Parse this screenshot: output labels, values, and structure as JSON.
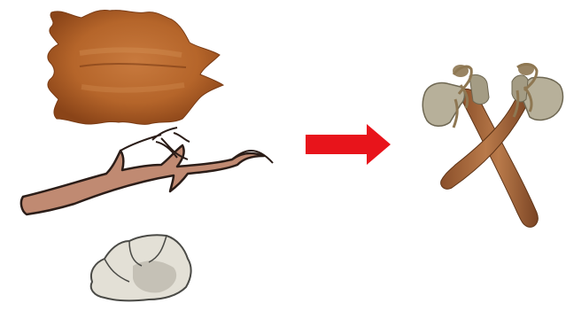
{
  "diagram": {
    "inputs": [
      {
        "id": "animal-hide",
        "icon": "animal-hide-icon"
      },
      {
        "id": "tree-branch",
        "icon": "branch-icon"
      },
      {
        "id": "stone",
        "icon": "stone-icon"
      }
    ],
    "arrow": {
      "icon": "arrow-right-icon",
      "color": "#e8141b"
    },
    "output": {
      "id": "stone-axes",
      "icon": "crossed-stone-axes-icon"
    }
  },
  "colors": {
    "hide_main": "#b5652a",
    "hide_dark": "#8a4418",
    "branch_fill": "#c08a72",
    "branch_outline": "#2b1d18",
    "stone_fill": "#e3e0d6",
    "stone_shadow": "#b8b4a8",
    "handle": "#a8693e",
    "axe_stone": "#b7b09a",
    "lashing": "#8e7752"
  }
}
